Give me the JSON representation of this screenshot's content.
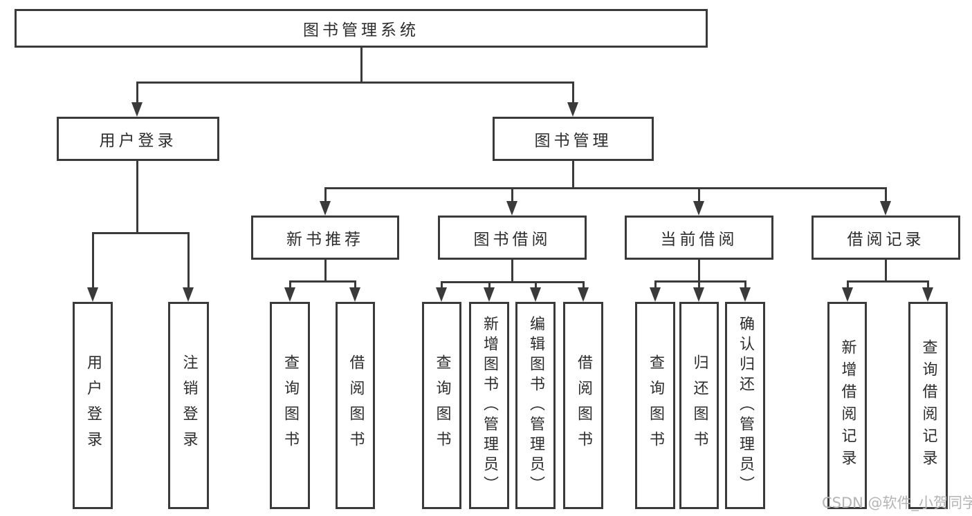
{
  "diagram": {
    "root": {
      "label": "图书管理系统",
      "children": [
        {
          "label": "用户登录",
          "children": [
            {
              "label": "用户登录"
            },
            {
              "label": "注销登录"
            }
          ]
        },
        {
          "label": "图书管理",
          "children": [
            {
              "label": "新书推荐",
              "children": [
                {
                  "label": "查询图书"
                },
                {
                  "label": "借阅图书"
                }
              ]
            },
            {
              "label": "图书借阅",
              "children": [
                {
                  "label": "查询图书"
                },
                {
                  "label": "新增图书（管理员）"
                },
                {
                  "label": "编辑图书（管理员）"
                },
                {
                  "label": "借阅图书"
                }
              ]
            },
            {
              "label": "当前借阅",
              "children": [
                {
                  "label": "查询图书"
                },
                {
                  "label": "归还图书"
                },
                {
                  "label": "确认归还（管理员）"
                }
              ]
            },
            {
              "label": "借阅记录",
              "children": [
                {
                  "label": "新增借阅记录"
                },
                {
                  "label": "查询借阅记录"
                }
              ]
            }
          ]
        }
      ]
    }
  },
  "watermark": {
    "text": "CSDN @软件_小贺同学"
  },
  "colors": {
    "line": "#3a3a3a",
    "text": "#2d2d2d",
    "background": "#ffffff",
    "watermark": "#b4b4b4"
  }
}
